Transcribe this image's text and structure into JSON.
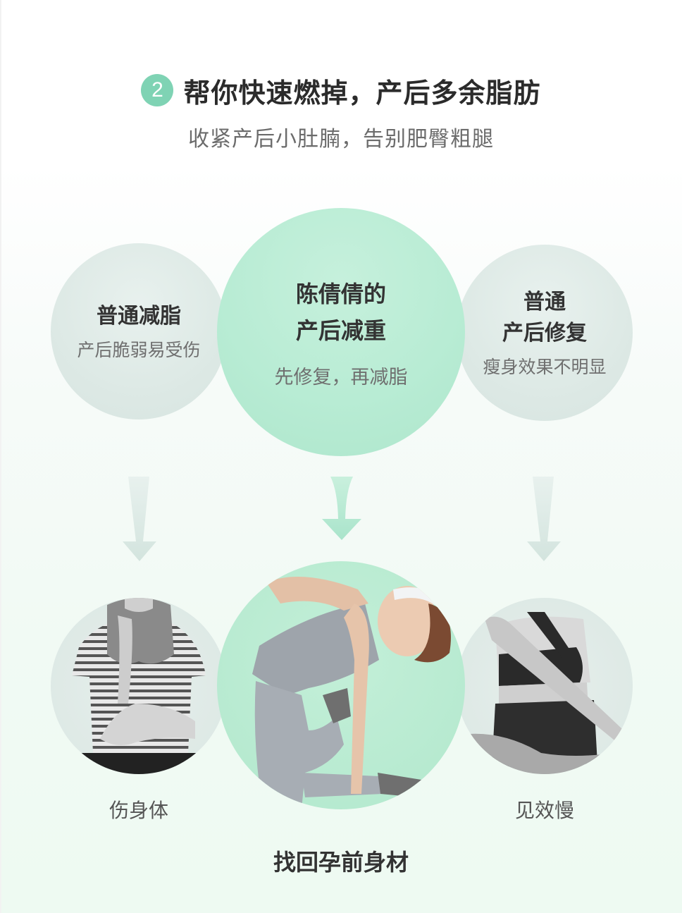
{
  "header": {
    "step_number": "2",
    "title": "帮你快速燃掉，产后多余脂肪",
    "subtitle": "收紧产后小肚腩，告别肥臀粗腿"
  },
  "comparison": [
    {
      "title_lines": [
        "普通减脂"
      ],
      "description": "产后脆弱易受伤",
      "result": "伤身体"
    },
    {
      "title_lines": [
        "陈倩倩的",
        "产后减重"
      ],
      "description": "先修复，再减脂",
      "result": ""
    },
    {
      "title_lines": [
        "普通",
        "产后修复"
      ],
      "description": "瘦身效果不明显",
      "result": "见效慢"
    }
  ],
  "footer": {
    "outcome": "找回孕前身材"
  },
  "colors": {
    "accent_green": "#7fd3b4",
    "center_circle": "#b8ecd4",
    "side_circle": "#dde9e5"
  }
}
